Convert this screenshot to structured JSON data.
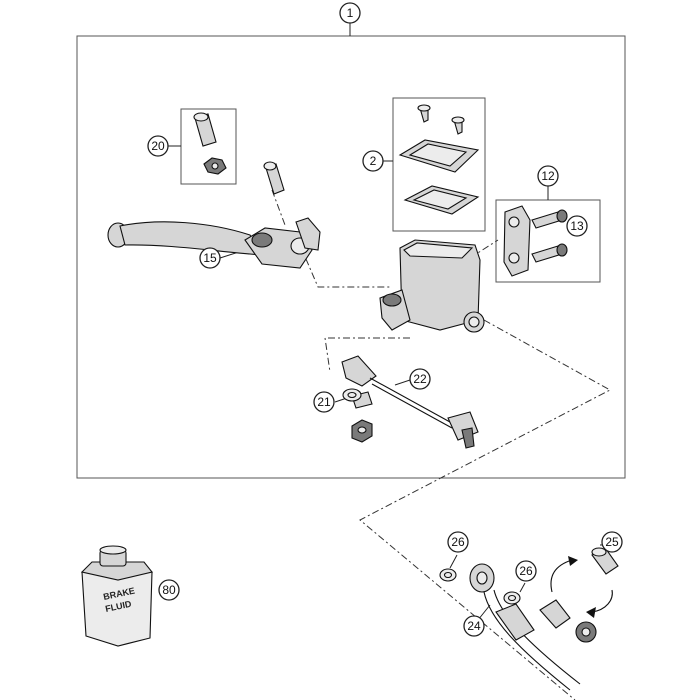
{
  "diagram": {
    "callouts": [
      {
        "id": "1",
        "label": "1"
      },
      {
        "id": "2",
        "label": "2"
      },
      {
        "id": "12",
        "label": "12"
      },
      {
        "id": "13",
        "label": "13"
      },
      {
        "id": "15",
        "label": "15"
      },
      {
        "id": "20",
        "label": "20"
      },
      {
        "id": "21",
        "label": "21"
      },
      {
        "id": "22",
        "label": "22"
      },
      {
        "id": "24",
        "label": "24"
      },
      {
        "id": "25",
        "label": "25"
      },
      {
        "id": "26a",
        "label": "26"
      },
      {
        "id": "26b",
        "label": "26"
      },
      {
        "id": "80",
        "label": "80"
      }
    ],
    "can_label_line1": "BRAKE",
    "can_label_line2": "FLUID"
  },
  "colors": {
    "stroke": "#111111",
    "part_fill": "#d6d6d6",
    "background": "#ffffff"
  }
}
